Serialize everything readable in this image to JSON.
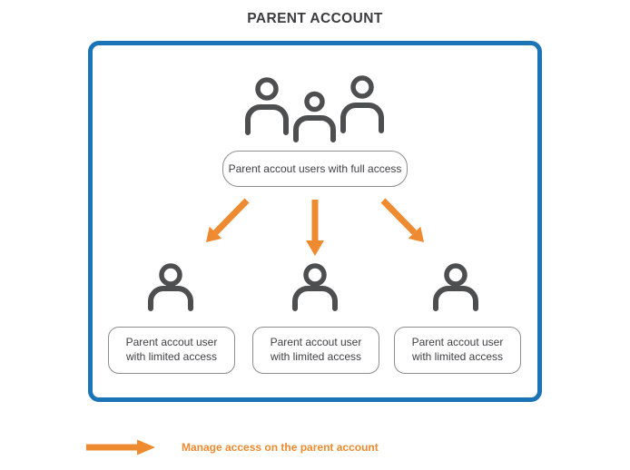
{
  "title": "PARENT ACCOUNT",
  "diagram": {
    "full_access_label": "Parent accout users with full access",
    "limited_boxes": [
      {
        "lines": [
          "Parent accout user",
          "with limited access"
        ]
      },
      {
        "lines": [
          "Parent accout user",
          "with limited access"
        ]
      },
      {
        "lines": [
          "Parent accout user",
          "with limited access"
        ]
      }
    ],
    "icon_names": {
      "top": "group-users-icon",
      "members": [
        "user-icon",
        "user-icon",
        "user-icon"
      ],
      "arrows": [
        "arrow-down-left-icon",
        "arrow-down-icon",
        "arrow-down-right-icon"
      ]
    }
  },
  "legend": {
    "arrow_icon": "arrow-right-icon",
    "label": "Manage access on the parent account"
  },
  "colors": {
    "frame_blue": "#1B74B6",
    "accent_orange": "#EE8A30",
    "icon_gray": "#4D4E50",
    "box_border_gray": "#8C8D90",
    "text_dark": "#3E3F42",
    "title_dark": "#3C3C3E"
  }
}
